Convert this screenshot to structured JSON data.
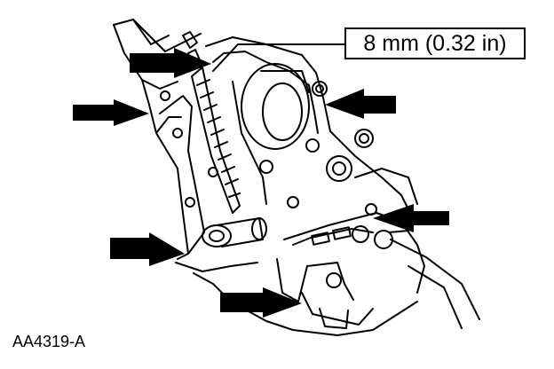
{
  "figure": {
    "callout_label": "8 mm (0.32 in)",
    "figure_id": "AA4319-A",
    "arrows": [
      {
        "name": "arrow-upper-chain-guide"
      },
      {
        "name": "arrow-upper-right-dowel"
      },
      {
        "name": "arrow-left-cover-edge"
      },
      {
        "name": "arrow-right-mid-bolt"
      },
      {
        "name": "arrow-lower-left-cover"
      },
      {
        "name": "arrow-lower-bracket"
      }
    ],
    "colors": {
      "ink": "#000000",
      "paper": "#ffffff"
    }
  }
}
